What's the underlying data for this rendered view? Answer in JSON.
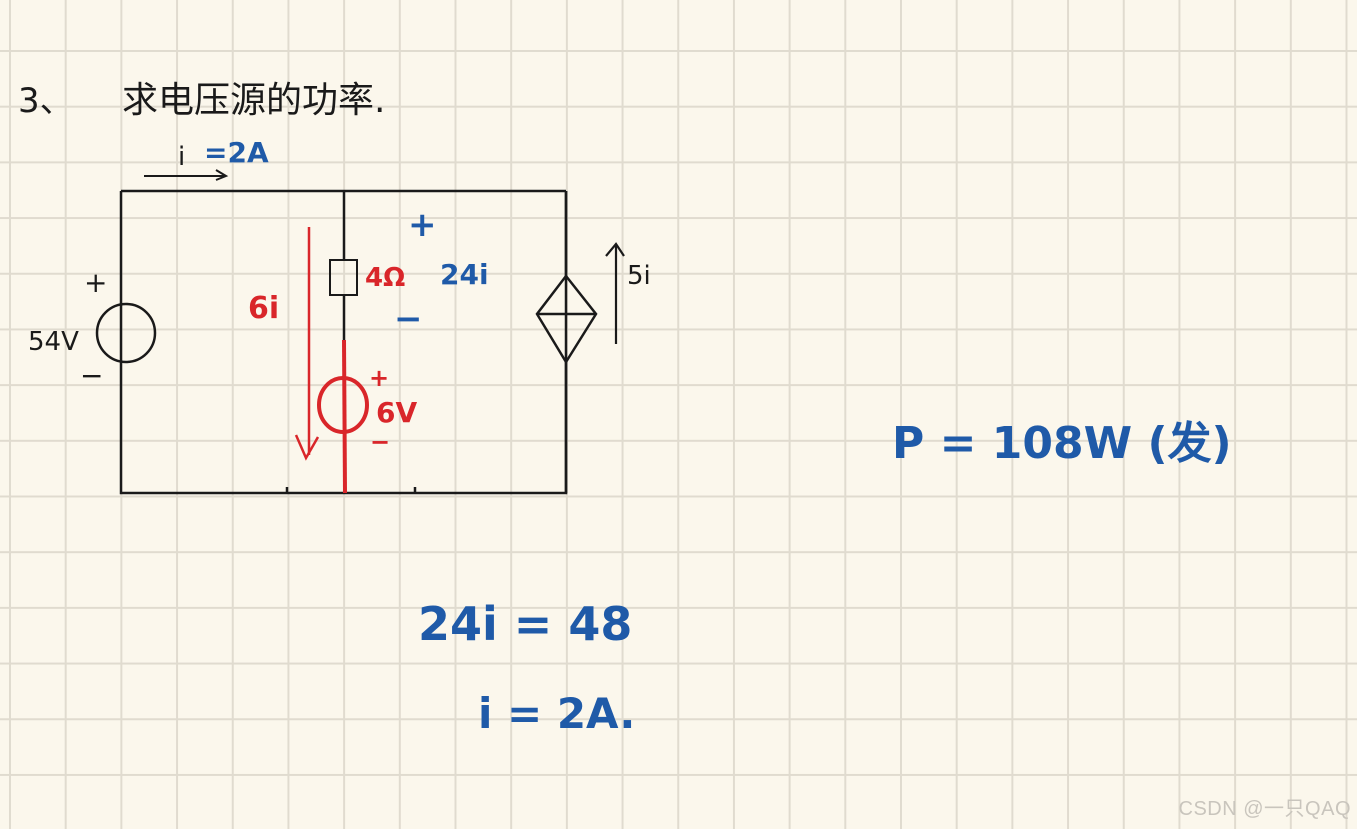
{
  "problem": {
    "number": "3、",
    "title": "求电压源的功率."
  },
  "circuit": {
    "top_current_label": "i",
    "top_current_value": "=2A",
    "source_voltage": "54V",
    "source_plus": "+",
    "source_minus": "−",
    "resistor": "4Ω",
    "resistor_voltage": "24i",
    "resistor_plus": "+",
    "resistor_minus": "−",
    "branch_current": "6i",
    "branch_source_voltage": "6V",
    "branch_source_plus": "+",
    "branch_source_minus": "−",
    "dependent_source_current": "5i"
  },
  "solution": {
    "power": "P = 108W (发)",
    "equation": "24i = 48",
    "result": "i = 2A."
  },
  "colors": {
    "background": "#fbf7ec",
    "grid": "#e0dbcf",
    "black_ink": "#1a1a1a",
    "blue_ink": "#1f5aa8",
    "red_ink": "#d9262a"
  },
  "watermark": "CSDN @一只QAQ"
}
